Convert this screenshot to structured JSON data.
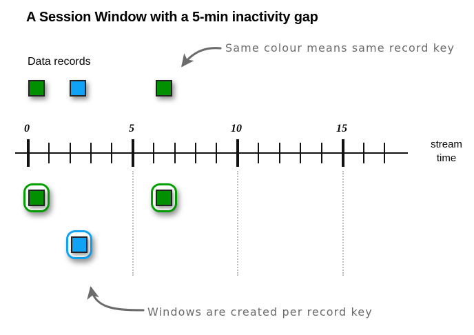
{
  "title": "A Session Window with a 5-min inactivity gap",
  "labels": {
    "data_records": "Data records",
    "axis_caption_line1": "stream",
    "axis_caption_line2": "time"
  },
  "annotations": {
    "top": "Same colour means same record key",
    "bottom": "Windows are created per record key"
  },
  "colors": {
    "green": "#009000",
    "green_border": "#00a000",
    "blue": "#10a2f5",
    "blue_border": "#10a2f5",
    "record_outline": "#222222",
    "axis": "#111111",
    "annotation_gray": "#6b6b6b",
    "guide_gray": "#bdbdbd",
    "background": "#ffffff"
  },
  "chart_data": {
    "type": "timeline",
    "title": "A Session Window with a 5-min inactivity gap",
    "xlabel": "stream time",
    "xlim": [
      -1.4,
      18.3
    ],
    "axis": {
      "major_ticks": [
        0,
        5,
        10,
        15
      ],
      "major_tick_labels": [
        "0",
        "5",
        "10",
        "15"
      ],
      "minor_tick_step": 1,
      "minor_ticks": [
        1,
        2,
        3,
        4,
        6,
        7,
        8,
        9,
        11,
        12,
        13,
        14,
        16,
        17
      ],
      "arrow_end": true,
      "grid": false
    },
    "guides": {
      "dotted_vertical_at": [
        5,
        10,
        15
      ]
    },
    "records": [
      {
        "key": "green",
        "time": 0.0,
        "color": "#009000"
      },
      {
        "key": "blue",
        "time": 2.1,
        "color": "#10a2f5"
      },
      {
        "key": "green",
        "time": 6.5,
        "color": "#009000"
      }
    ],
    "windows": [
      {
        "key": "green",
        "time": 0.0,
        "color": "#00a000",
        "row": 1
      },
      {
        "key": "green",
        "time": 6.5,
        "color": "#00a000",
        "row": 1
      },
      {
        "key": "blue",
        "time": 2.1,
        "color": "#10a2f5",
        "row": 2
      }
    ],
    "legend": [],
    "notes": [
      "Same colour means same record key",
      "Windows are created per record key"
    ]
  }
}
